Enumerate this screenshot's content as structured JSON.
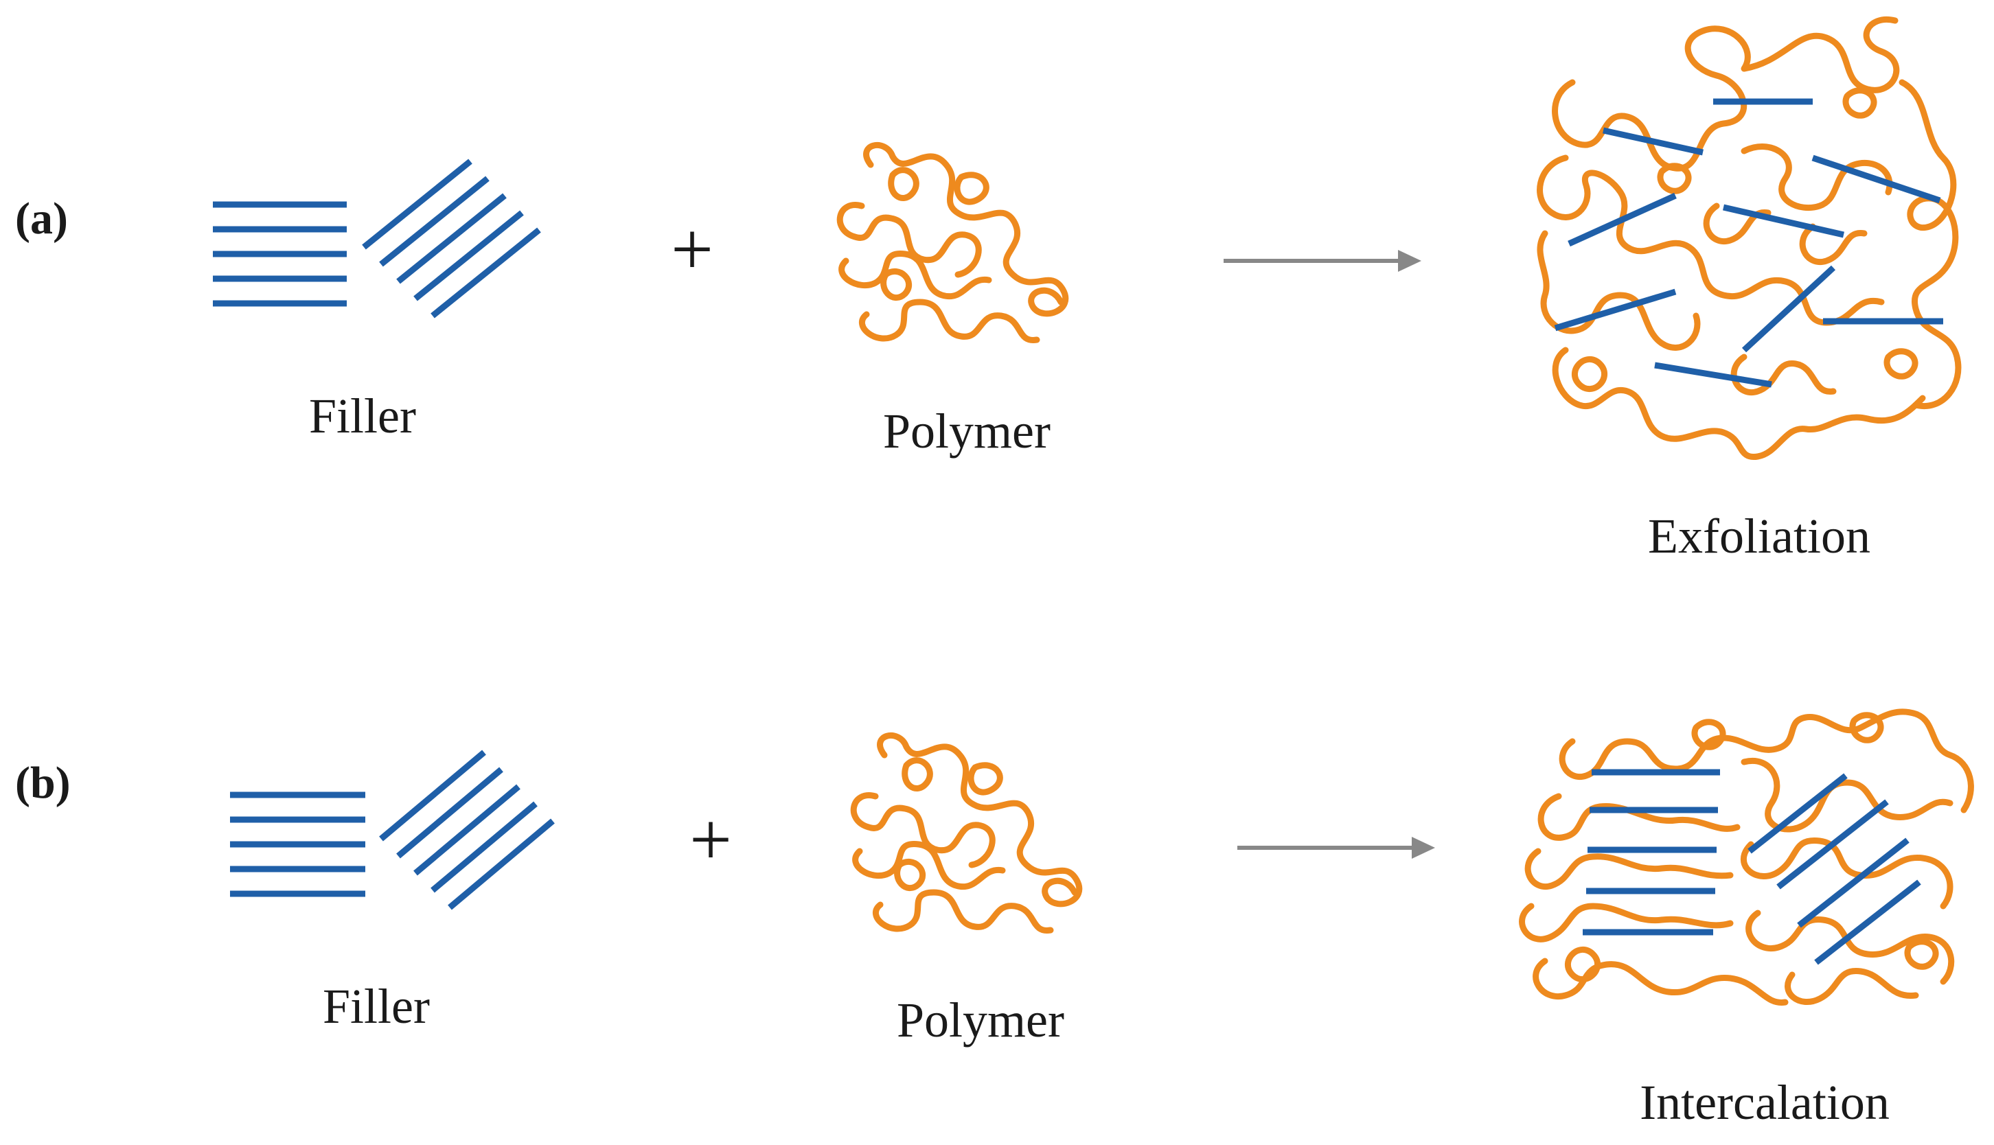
{
  "colors": {
    "filler": "#1f5fa8",
    "polymer": "#ee8a1e",
    "arrow": "#888888",
    "plus": "#222222",
    "text": "#1a1a1a"
  },
  "rows": [
    {
      "panel": "(a)",
      "filler_label": "Filler",
      "operator": "+",
      "polymer_label": "Polymer",
      "result_label": "Exfoliation"
    },
    {
      "panel": "(b)",
      "filler_label": "Filler",
      "operator": "+",
      "polymer_label": "Polymer",
      "result_label": "Intercalation"
    }
  ]
}
